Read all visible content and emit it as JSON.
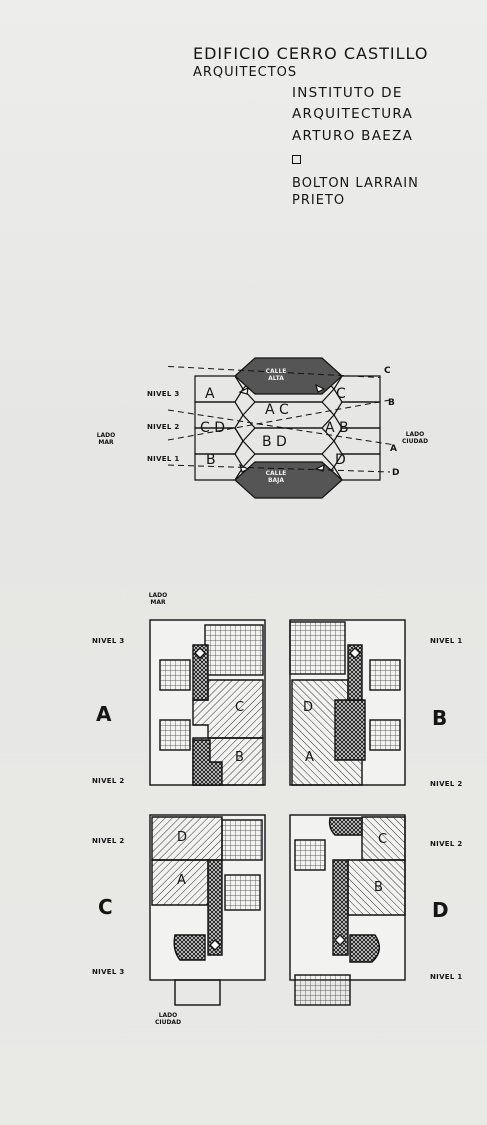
{
  "header": {
    "title": "EDIFICIO CERRO CASTILLO",
    "subtitle": "ARQUITECTOS",
    "institute_line1": "INSTITUTO DE",
    "institute_line2": "ARQUITECTURA",
    "institute_line3": "ARTURO BAEZA",
    "architect_line1": "BOLTON LARRAIN",
    "architect_line2": "PRIETO"
  },
  "section": {
    "nivel_3": "NIVEL 3",
    "nivel_2": "NIVEL 2",
    "nivel_1": "NIVEL 1",
    "lado_mar": "LADO MAR",
    "lado_ciudad": "LADO CIUDAD",
    "calle_alta": "CALLE ALTA",
    "calle_baja": "CALLE BAJA",
    "cell_a": "A",
    "cell_ac": "A C",
    "cell_c": "C",
    "cell_cd": "C D",
    "cell_bd": "B D",
    "cell_ab": "A B",
    "cell_b": "B",
    "cell_d": "D",
    "cut_c": "C",
    "cut_b": "B",
    "cut_a": "A",
    "cut_d": "D"
  },
  "plans": {
    "lado_mar": "LADO MAR",
    "lado_ciudad": "LADO CIUDAD",
    "A": {
      "letter": "A",
      "top_level": "NIVEL 3",
      "bottom_level": "NIVEL 2",
      "unit1": "C",
      "unit2": "B"
    },
    "B": {
      "letter": "B",
      "top_level": "NIVEL 1",
      "bottom_level": "NIVEL 2",
      "unit1": "D",
      "unit2": "A"
    },
    "C": {
      "letter": "C",
      "top_level": "NIVEL 2",
      "bottom_level": "NIVEL 3",
      "unit1": "D",
      "unit2": "A"
    },
    "D": {
      "letter": "D",
      "top_level": "NIVEL 2",
      "bottom_level": "NIVEL 1",
      "unit1": "C",
      "unit2": "B"
    }
  }
}
